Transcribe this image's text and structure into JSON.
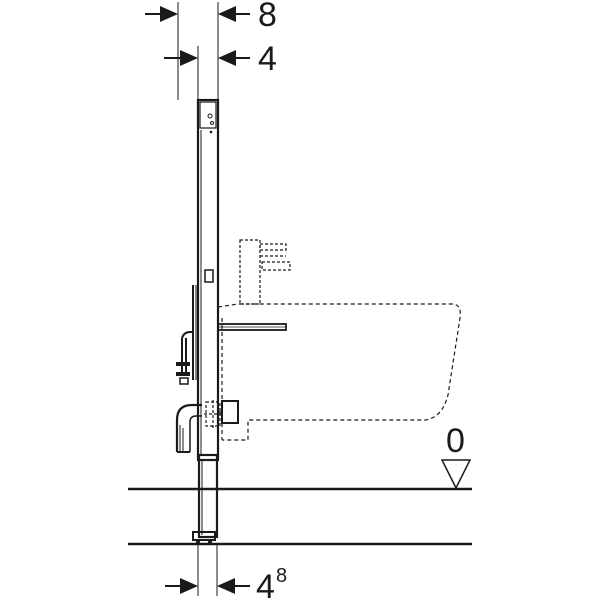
{
  "dimensions": {
    "top_width": "8",
    "second_width": "4",
    "bottom_width_base": "4",
    "bottom_width_sup": "8"
  },
  "level_mark": {
    "label": "0"
  },
  "colors": {
    "line": "#1a1a1a",
    "background": "#ffffff"
  }
}
